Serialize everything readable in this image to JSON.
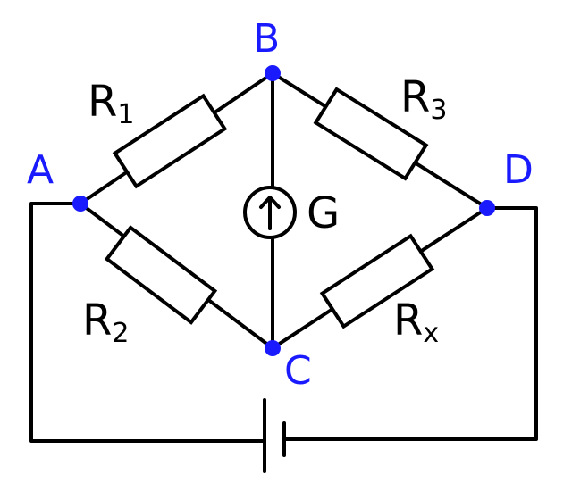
{
  "colors": {
    "wire": "#000000",
    "node": "#1a1aff",
    "node_label": "#1a1aff",
    "text": "#000000"
  },
  "nodes": {
    "a": "A",
    "b": "B",
    "c": "C",
    "d": "D"
  },
  "components": {
    "r1": {
      "letter": "R",
      "sub": "1"
    },
    "r2": {
      "letter": "R",
      "sub": "2"
    },
    "r3": {
      "letter": "R",
      "sub": "3"
    },
    "rx": {
      "letter": "R",
      "sub": "x"
    },
    "galvanometer": "G"
  }
}
